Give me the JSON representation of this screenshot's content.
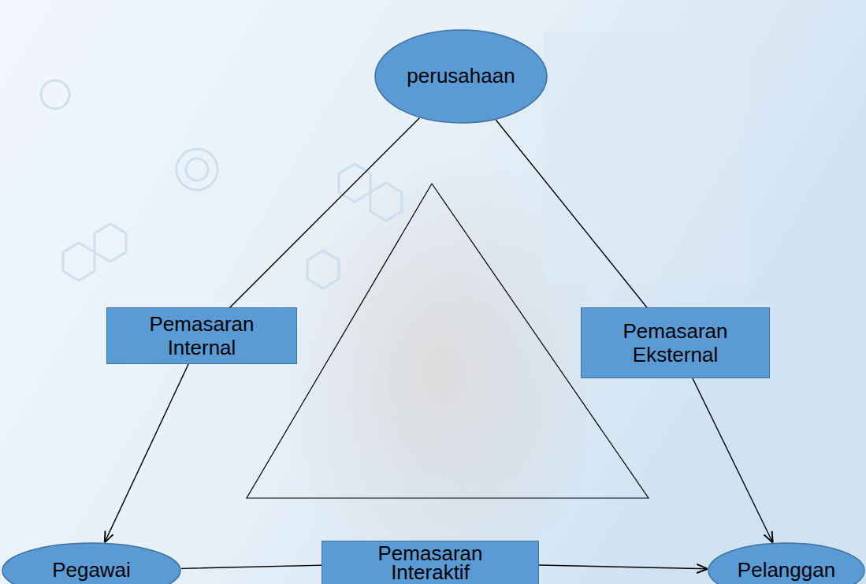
{
  "diagram": {
    "nodes": [
      {
        "text": [
          "perusahaan"
        ]
      },
      {
        "text": [
          "Pegawai"
        ]
      },
      {
        "text": [
          "Pelanggan"
        ]
      }
    ],
    "edges": [
      {
        "from": 0,
        "to": 1,
        "label": "Pemasaran Internal",
        "arrow": "to"
      },
      {
        "from": 0,
        "to": 2,
        "label": "Pemasaran Eksternal",
        "arrow": "to"
      },
      {
        "from": 1,
        "to": 2,
        "label": "Pemasaran Interaktif",
        "arrow": "to"
      }
    ]
  }
}
